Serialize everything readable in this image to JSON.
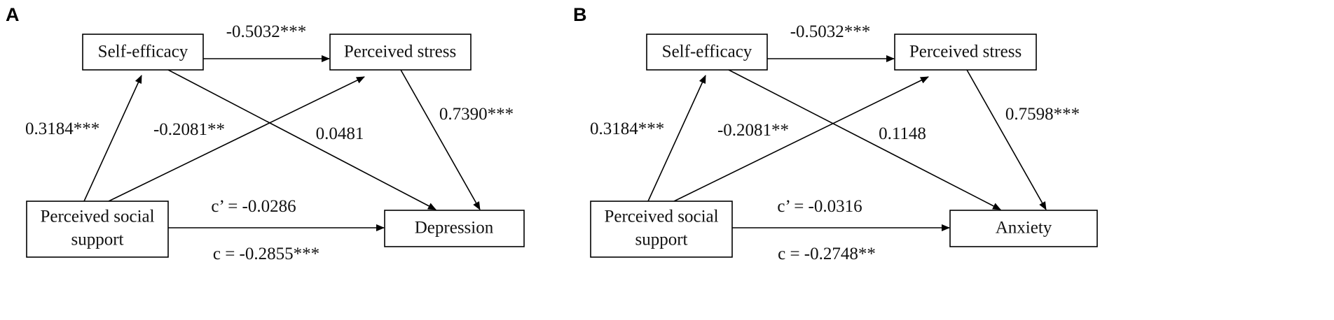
{
  "panels": [
    {
      "id": "A",
      "letter": "A",
      "nodes": {
        "self_efficacy": "Self-efficacy",
        "perceived_stress": "Perceived stress",
        "social_support_line1": "Perceived social",
        "social_support_line2": "support",
        "outcome": "Depression"
      },
      "paths": {
        "a1": "0.3184***",
        "a2": "-0.2081**",
        "d21": "-0.5032***",
        "b1": "0.0481",
        "b2": "0.7390***",
        "c_prime": "c’ = -0.0286",
        "c": "c = -0.2855***"
      }
    },
    {
      "id": "B",
      "letter": "B",
      "nodes": {
        "self_efficacy": "Self-efficacy",
        "perceived_stress": "Perceived stress",
        "social_support_line1": "Perceived social",
        "social_support_line2": "support",
        "outcome": "Anxiety"
      },
      "paths": {
        "a1": "0.3184***",
        "a2": "-0.2081**",
        "d21": "-0.5032***",
        "b1": "0.1148",
        "b2": "0.7598***",
        "c_prime": "c’ = -0.0316",
        "c": "c = -0.2748**"
      }
    }
  ]
}
